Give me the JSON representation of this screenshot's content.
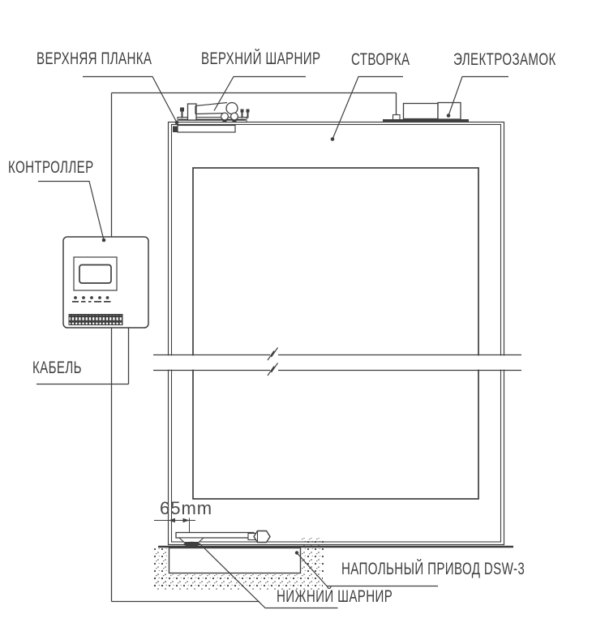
{
  "diagram": {
    "labels": {
      "top_plate": "ВЕРХНЯЯ ПЛАНКА",
      "top_hinge": "ВЕРХНИЙ ШАРНИР",
      "door_leaf": "СТВОРКА",
      "electric_lock": "ЭЛЕКТРОЗАМОК",
      "controller": "КОНТРОЛЛЕР",
      "cable": "КАБЕЛЬ",
      "floor_drive": "НАПОЛЬНЫЙ ПРИВОД DSW-3",
      "bottom_hinge": "НИЖНИЙ ШАРНИР",
      "dimension": "65mm"
    },
    "colors": {
      "line": "#3f3f3f",
      "background": "#ffffff"
    }
  }
}
